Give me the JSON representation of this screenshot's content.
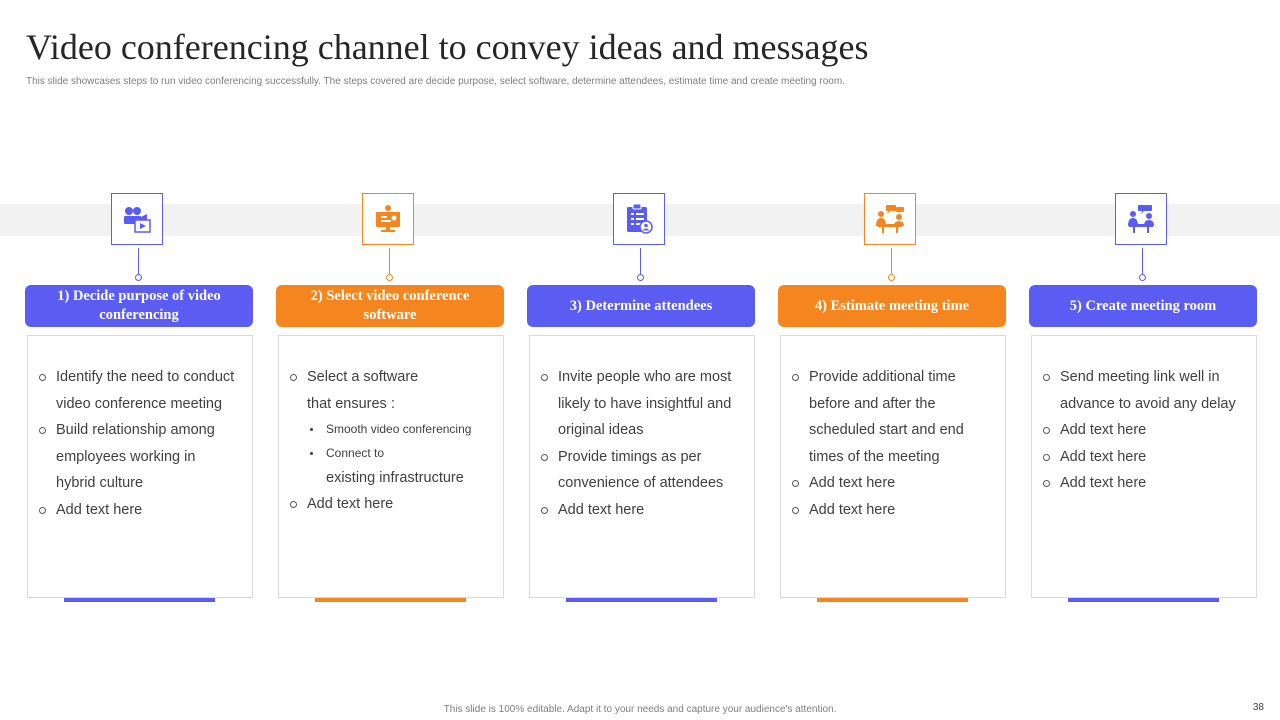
{
  "slide": {
    "title": "Video conferencing channel to convey ideas and messages",
    "subtitle": "This slide showcases steps to run video conferencing successfully. The steps covered are decide purpose, select software, determine attendees, estimate time  and create meeting room.",
    "footer": "This slide is 100% editable.  Adapt it to your needs and capture your audience's attention.",
    "page_number": "38"
  },
  "colors": {
    "purple": "#5b5cf2",
    "orange": "#f5861f",
    "band": "#f2f2f2"
  },
  "steps": [
    {
      "icon": "video-camera-icon",
      "header": "1)  Decide purpose of video conferencing",
      "b1": "Identify the need to conduct",
      "b1c": "video conference meeting",
      "b2": "Build relationship among",
      "b2c1": "employees working in",
      "b2c2": "hybrid culture",
      "b3": "Add text here"
    },
    {
      "icon": "monitor-presentation-icon",
      "header": "2) Select video conference software",
      "b1": "Select a software",
      "b1c": "that ensures :",
      "s1": "Smooth video  conferencing",
      "s2": "Connect to",
      "s2c": "existing infrastructure",
      "b2": "Add text here"
    },
    {
      "icon": "attendee-clipboard-icon",
      "header": "3) Determine  attendees",
      "b1": "Invite people who are most",
      "b1c1": "likely to have insightful and",
      "b1c2": "original ideas",
      "b2": "Provide timings as per",
      "b2c": "convenience of attendees",
      "b3": "Add text here"
    },
    {
      "icon": "meeting-table-icon",
      "header": "4) Estimate meeting time",
      "b1": "Provide additional time",
      "b1c1": "before and after the",
      "b1c2": "scheduled start and end",
      "b1c3": "times of the meeting",
      "b2": "Add text here",
      "b3": "Add text here"
    },
    {
      "icon": "meeting-room-icon",
      "header": "5) Create meeting room",
      "b1": "Send meeting link well in",
      "b1c": "advance to avoid any delay",
      "b2": "Add text here",
      "b3": "Add text here",
      "b4": "Add text here"
    }
  ]
}
